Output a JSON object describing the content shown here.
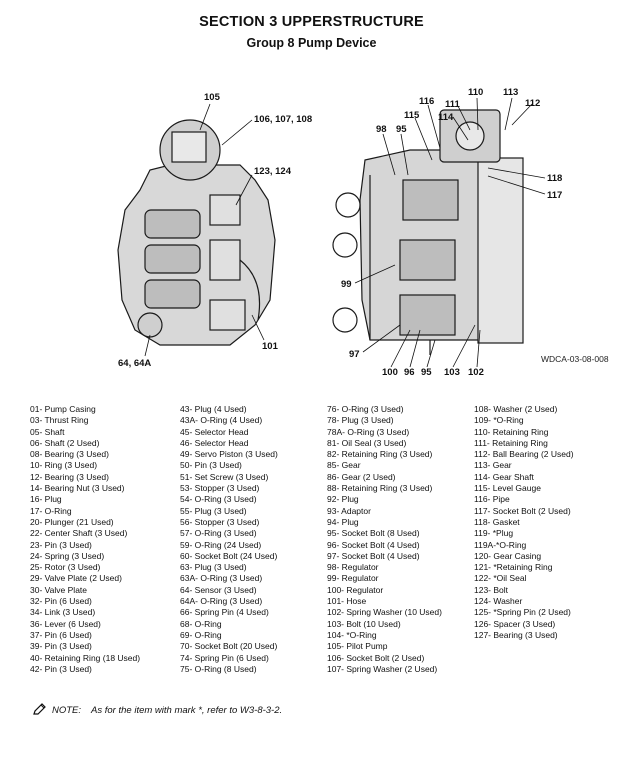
{
  "header": {
    "section": "SECTION 3 UPPERSTRUCTURE",
    "group": "Group 8 Pump Device"
  },
  "figure": {
    "code": "WDCA-03-08-008",
    "callouts": [
      "105",
      "106, 107, 108",
      "123, 124",
      "64, 64A",
      "101",
      "116",
      "110",
      "113",
      "111",
      "112",
      "115",
      "114",
      "98",
      "95",
      "118",
      "117",
      "99",
      "97",
      "100",
      "96",
      "95",
      "103",
      "102"
    ]
  },
  "parts": {
    "col1": [
      "01- Pump Casing",
      "03- Thrust Ring",
      "05- Shaft",
      "06- Shaft (2 Used)",
      "08- Bearing (3 Used)",
      "10- Ring (3 Used)",
      "12- Bearing (3 Used)",
      "14- Bearing Nut (3 Used)",
      "16- Plug",
      "17- O-Ring",
      "20- Plunger (21 Used)",
      "22- Center Shaft (3 Used)",
      "23- Pin (3 Used)",
      "24- Spring (3 Used)",
      "25- Rotor (3 Used)",
      "29- Valve Plate (2 Used)",
      "30- Valve Plate",
      "32- Pin (6 Used)",
      "34- Link (3 Used)",
      "36- Lever (6 Used)",
      "37- Pin (6 Used)",
      "39- Pin (3 Used)",
      "40- Retaining Ring (18 Used)",
      "42- Pin (3 Used)"
    ],
    "col2": [
      "43- Plug (4 Used)",
      "43A- O-Ring (4 Used)",
      "45- Selector Head",
      "46- Selector Head",
      "49- Servo Piston (3 Used)",
      "50- Pin (3 Used)",
      "51- Set Screw (3 Used)",
      "53- Stopper (3 Used)",
      "54- O-Ring (3 Used)",
      "55- Plug (3 Used)",
      "56- Stopper (3 Used)",
      "57- O-Ring (3 Used)",
      "59- O-Ring (24 Used)",
      "60- Socket Bolt (24 Used)",
      "63- Plug (3 Used)",
      "63A- O-Ring (3 Used)",
      "64- Sensor (3 Used)",
      "64A- O-Ring (3 Used)",
      "66- Spring Pin (4 Used)",
      "68- O-Ring",
      "69- O-Ring",
      "70- Socket Bolt (20 Used)",
      "74- Spring Pin (6 Used)",
      "75- O-Ring (8 Used)"
    ],
    "col3": [
      "76- O-Ring (3 Used)",
      "78- Plug (3 Used)",
      "78A- O-Ring (3 Used)",
      "81- Oil Seal (3 Used)",
      "82- Retaining Ring (3 Used)",
      "85- Gear",
      "86- Gear (2 Used)",
      "88- Retaining Ring (3 Used)",
      "92- Plug",
      "93- Adaptor",
      "94- Plug",
      "95- Socket Bolt (8 Used)",
      "96- Socket Bolt (4 Used)",
      "97- Socket Bolt (4 Used)",
      "98- Regulator",
      "99- Regulator",
      "100- Regulator",
      "101- Hose",
      "102- Spring Washer (10 Used)",
      "103- Bolt (10 Used)",
      "104- *O-Ring",
      "105- Pilot Pump",
      "106- Socket Bolt (2 Used)",
      "107- Spring Washer (2 Used)"
    ],
    "col4": [
      "108- Washer (2 Used)",
      "109- *O-Ring",
      "110- Retaining Ring",
      "111- Retaining Ring",
      "112- Ball Bearing (2 Used)",
      "113- Gear",
      "114- Gear Shaft",
      "115- Level Gauge",
      "116- Pipe",
      "117- Socket Bolt (2 Used)",
      "118- Gasket",
      "119- *Plug",
      "119A-*O-Ring",
      "120- Gear Casing",
      "121- *Retaining Ring",
      "122- *Oil Seal",
      "123- Bolt",
      "124- Washer",
      "125- *Spring Pin (2 Used)",
      "126- Spacer (3 Used)",
      "127- Bearing (3 Used)"
    ]
  },
  "note": {
    "label": "NOTE:",
    "text": "As for the item with mark *, refer to W3-8-3-2."
  }
}
